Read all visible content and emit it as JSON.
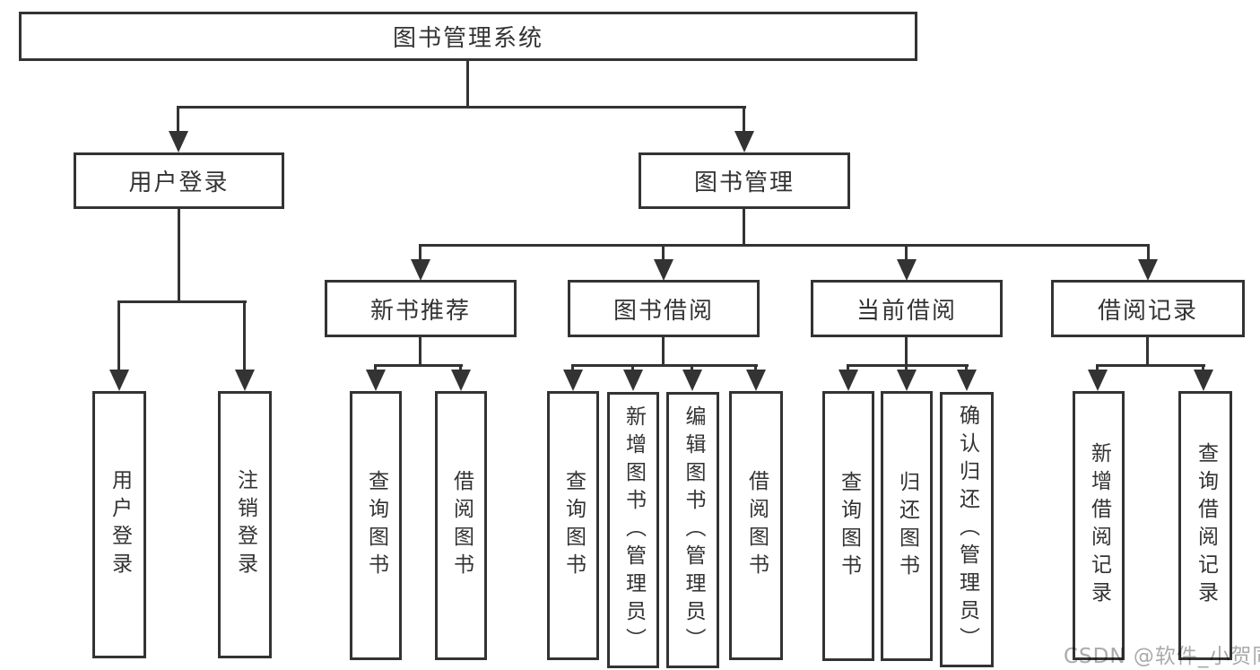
{
  "tree": {
    "root": {
      "label": "图书管理系统",
      "children": [
        {
          "label": "用户登录",
          "children": [
            {
              "label": "用户登录"
            },
            {
              "label": "注销登录"
            }
          ]
        },
        {
          "label": "图书管理",
          "children": [
            {
              "label": "新书推荐",
              "children": [
                {
                  "label": "查询图书"
                },
                {
                  "label": "借阅图书"
                }
              ]
            },
            {
              "label": "图书借阅",
              "children": [
                {
                  "label": "查询图书"
                },
                {
                  "label": "新增图书（管理员）"
                },
                {
                  "label": "编辑图书（管理员）"
                },
                {
                  "label": "借阅图书"
                }
              ]
            },
            {
              "label": "当前借阅",
              "children": [
                {
                  "label": "查询图书"
                },
                {
                  "label": "归还图书"
                },
                {
                  "label": "确认归还（管理员）"
                }
              ]
            },
            {
              "label": "借阅记录",
              "children": [
                {
                  "label": "新增借阅记录"
                },
                {
                  "label": "查询借阅记录"
                }
              ]
            }
          ]
        }
      ]
    }
  },
  "watermark": {
    "text": "CSDN @软件_小贺同学"
  },
  "colors": {
    "line": "#333333",
    "box_background": "#ffffff",
    "text": "#333333",
    "watermark": "#aaaaaa"
  }
}
